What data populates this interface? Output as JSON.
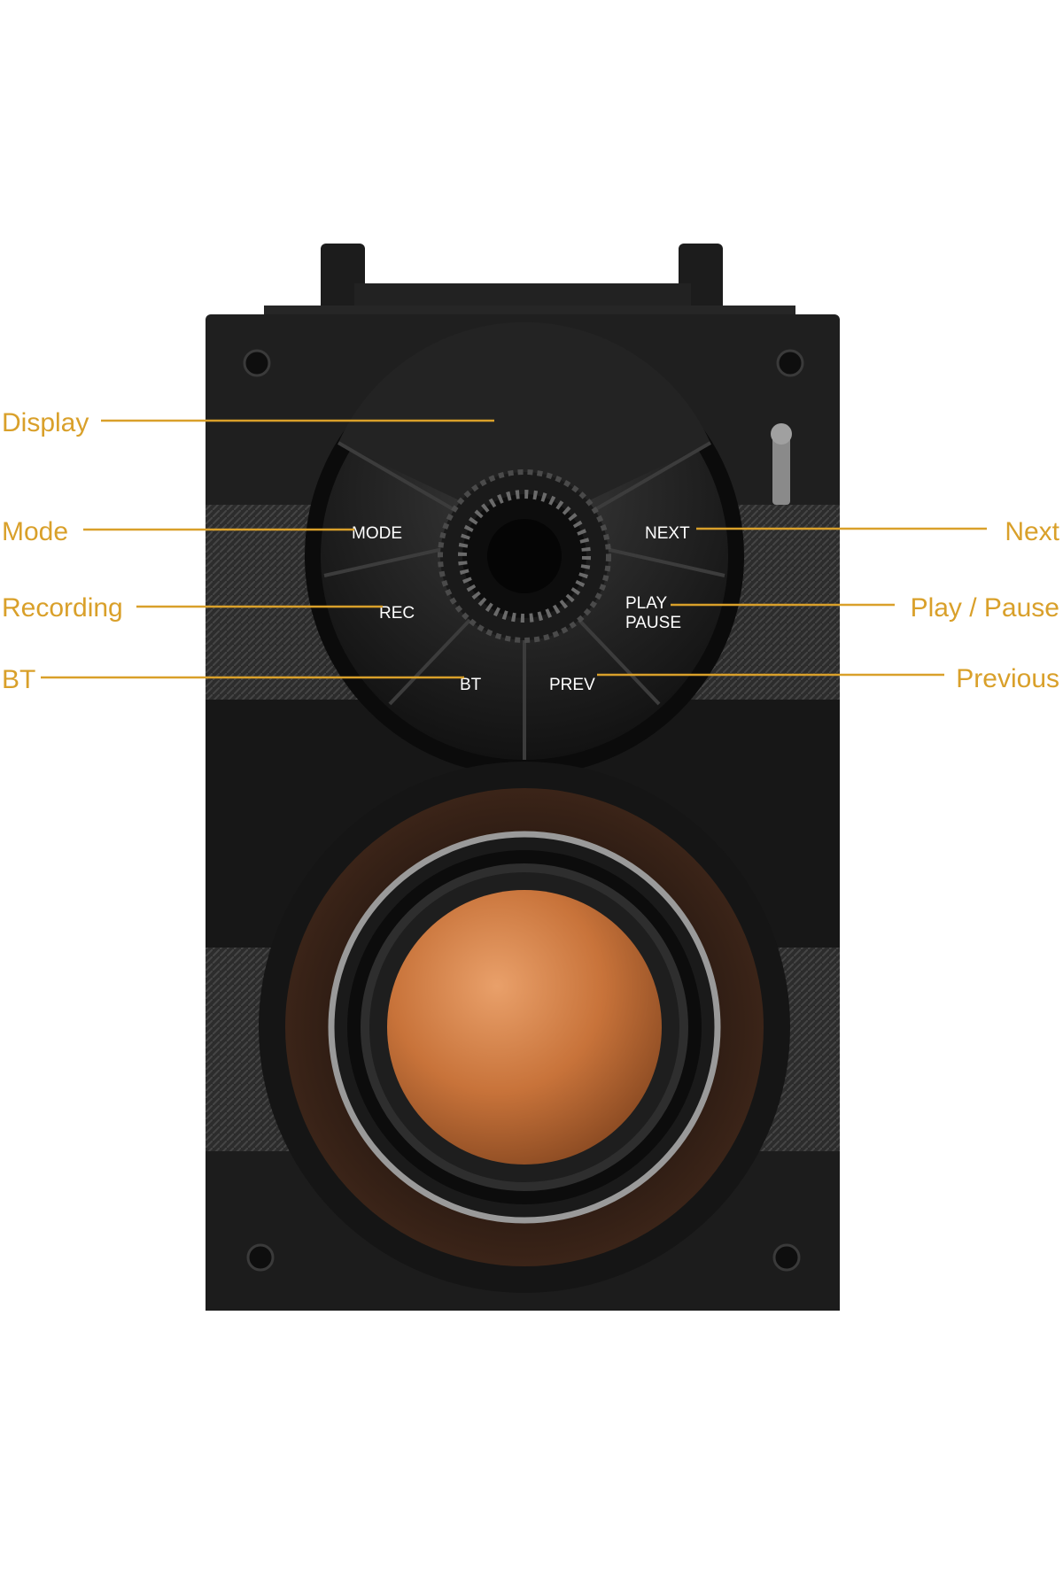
{
  "colors": {
    "callout": "#d9a02a",
    "body": "#1e1e1e",
    "panel": "#141414",
    "grille": "#3a3a3a",
    "woofer_cap": "#c8733a",
    "background": "#ffffff"
  },
  "callouts": {
    "display": "Display",
    "mode": "Mode",
    "recording": "Recording",
    "bt": "BT",
    "next": "Next",
    "play_pause": "Play / Pause",
    "previous": "Previous"
  },
  "buttons": {
    "mode": "MODE",
    "rec": "REC",
    "bt": "BT",
    "prev": "PREV",
    "next": "NEXT",
    "play": "PLAY",
    "pause": "PAUSE"
  }
}
